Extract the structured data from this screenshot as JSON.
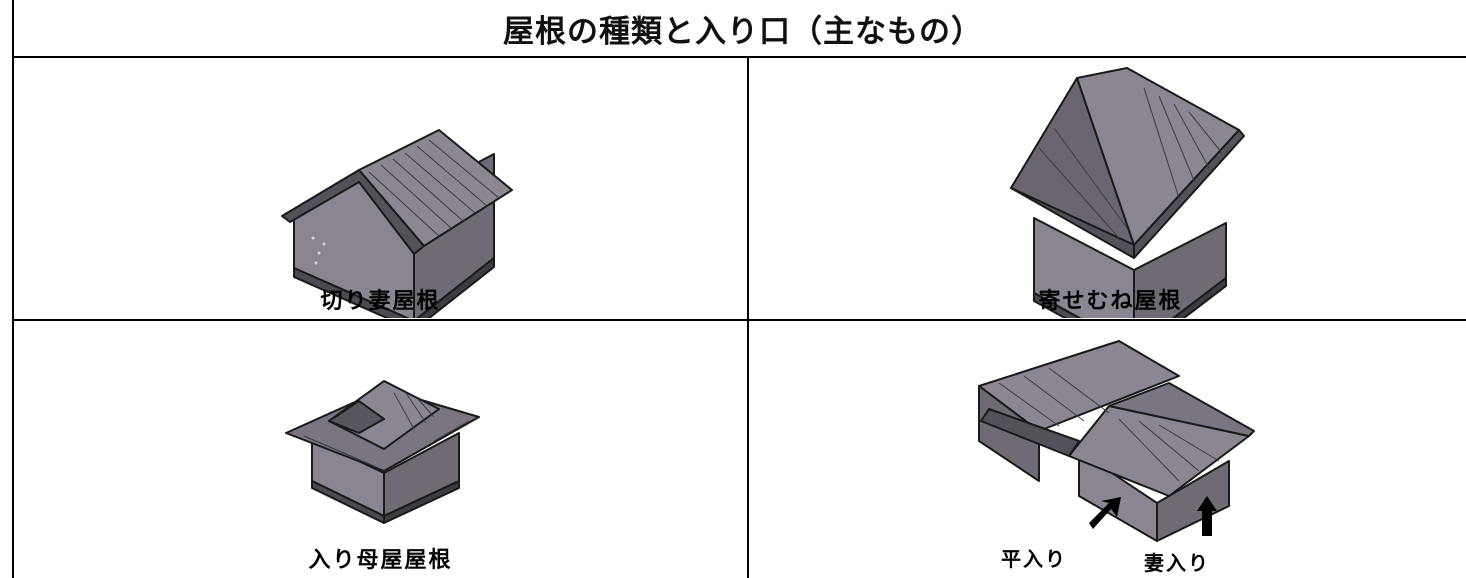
{
  "title": "屋根の種類と入り口（主なもの）",
  "roofs": [
    {
      "label": "切り妻屋根",
      "icon": "gable-roof-house-icon"
    },
    {
      "label": "寄せむね屋根",
      "icon": "hip-roof-house-icon"
    },
    {
      "label": "入り母屋屋根",
      "icon": "hip-and-gable-roof-house-icon"
    },
    {
      "icon": "entrance-types-house-icon",
      "entrances": [
        {
          "label": "平入り"
        },
        {
          "label": "妻入り"
        }
      ]
    }
  ],
  "colors": {
    "roof": "#8a8590",
    "wall": "#7d7880",
    "line": "#1a1a1a",
    "border": "#000000"
  }
}
